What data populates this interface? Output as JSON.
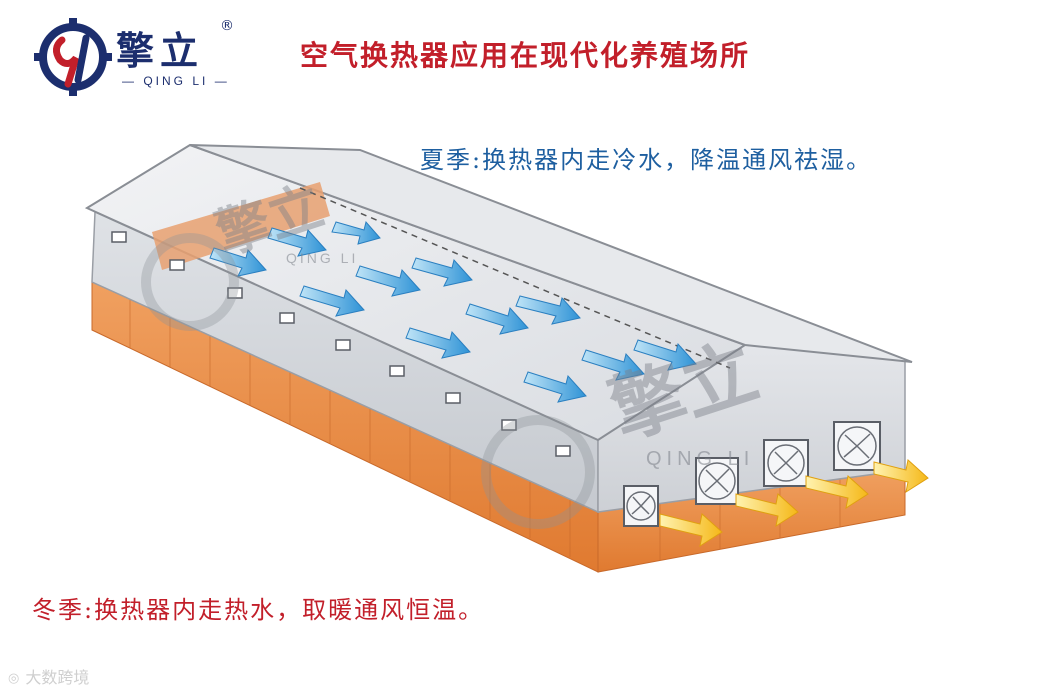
{
  "brand": {
    "name_cn": "擎立",
    "name_en": "QING LI",
    "registered_mark": "®"
  },
  "title": "空气换热器应用在现代化养殖场所",
  "summer_caption": "夏季:换热器内走冷水，降温通风祛湿。",
  "winter_caption": "冬季:换热器内走热水，取暖通风恒温。",
  "watermark": {
    "text_cn": "擎立",
    "text_en": "QING LI"
  },
  "credit": {
    "icon": "wechat-logo-icon",
    "text": "大数跨境"
  },
  "colors": {
    "title_red": "#c21f2a",
    "summer_blue": "#1e5fa0",
    "brand_navy": "#1c2e6e",
    "curtain_orange": "#e8893f",
    "airflow_blue": "#3aa3e0",
    "exhaust_yellow": "#f5c52a"
  }
}
